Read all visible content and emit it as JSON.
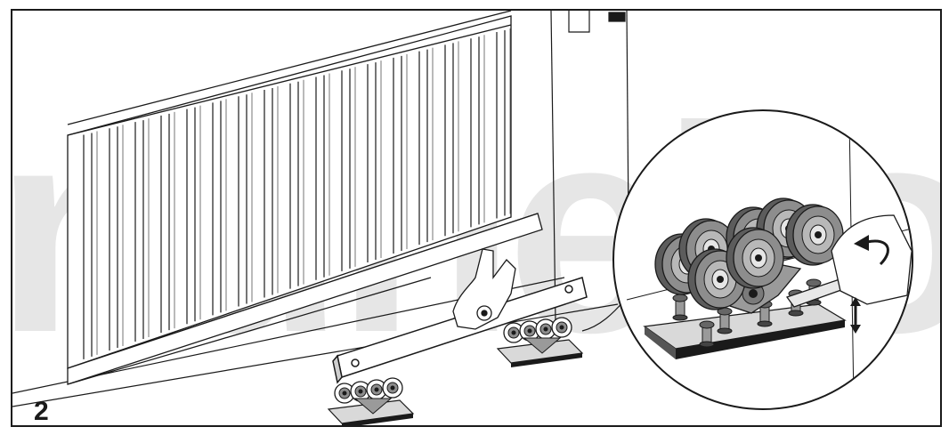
{
  "step": {
    "number": "2"
  },
  "watermark": {
    "text": "nunello",
    "color": "#e6e6e6"
  },
  "colors": {
    "ink": "#1a1a1a",
    "wheel_fill": "#8d8d8d",
    "wheel_dark": "#5c5c5c",
    "plate_fill": "#d9d9d9",
    "paper": "#ffffff"
  },
  "icons": [
    "gate-illustration",
    "roller-carriage-icon",
    "hand-icon",
    "wrench-icon",
    "adjustment-arrow-icon",
    "rotation-arrow-icon",
    "magnifier-circle-icon"
  ]
}
